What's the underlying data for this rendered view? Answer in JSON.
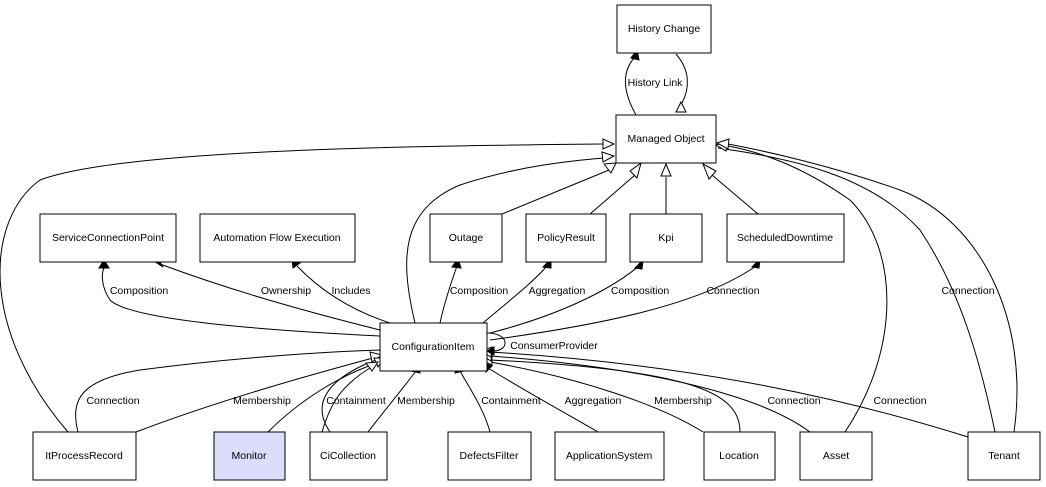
{
  "nodes": {
    "history_change": "History Change",
    "managed_object": "Managed Object",
    "service_connection_point": "ServiceConnectionPoint",
    "automation_flow_execution": "Automation Flow Execution",
    "outage": "Outage",
    "policy_result": "PolicyResult",
    "kpi": "Kpi",
    "scheduled_downtime": "ScheduledDowntime",
    "configuration_item": "ConfigurationItem",
    "it_process_record": "ItProcessRecord",
    "monitor": "Monitor",
    "ci_collection": "CiCollection",
    "defects_filter": "DefectsFilter",
    "application_system": "ApplicationSystem",
    "location": "Location",
    "asset": "Asset",
    "tenant": "Tenant"
  },
  "edge_labels": {
    "history_link": "History Link",
    "composition_scp": "Composition",
    "ownership": "Ownership",
    "includes": "Includes",
    "composition_outage": "Composition",
    "aggregation_policy": "Aggregation",
    "composition_kpi": "Composition",
    "connection_sched": "Connection",
    "consumer_provider": "ConsumerProvider",
    "connection_itpr": "Connection",
    "membership_monitor": "Membership",
    "containment_cic": "Containment",
    "membership_cic": "Membership",
    "containment_defects": "Containment",
    "aggregation_appsys": "Aggregation",
    "membership_location": "Membership",
    "connection_asset": "Connection",
    "connection_tenant": "Connection",
    "connection_tenant_mo": "Connection"
  },
  "colors": {
    "highlight_fill": "#dcdcfc",
    "stroke": "#000000",
    "background": "#ffffff"
  }
}
